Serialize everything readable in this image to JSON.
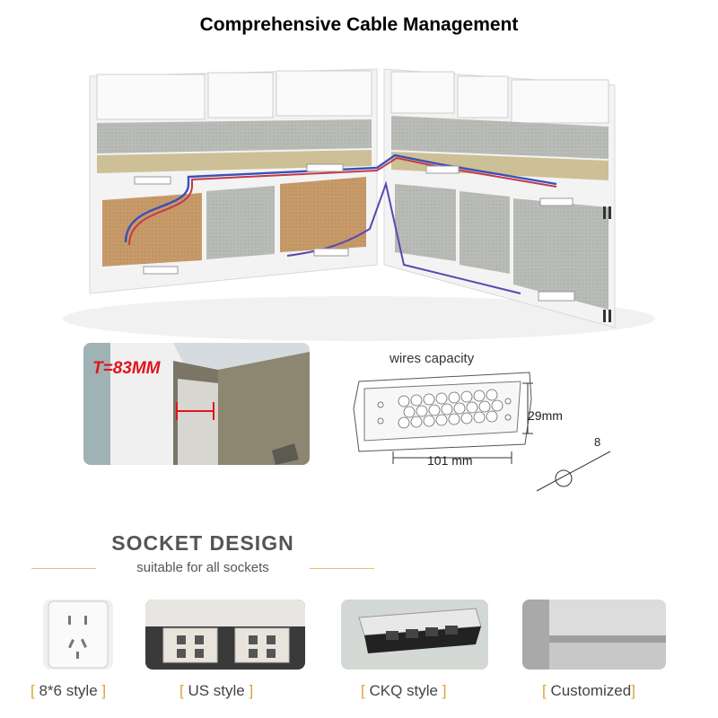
{
  "header": {
    "title": "Comprehensive Cable Management"
  },
  "thickness": {
    "label": "T=83MM"
  },
  "wires": {
    "title": "wires capacity",
    "height_label": "29mm",
    "width_label": "101 mm",
    "diameter_label": "8"
  },
  "socket": {
    "heading": "SOCKET DESIGN",
    "subheading": "suitable for all sockets",
    "items": [
      {
        "open": "[ ",
        "label": "8*6 style",
        "close": " ]"
      },
      {
        "open": "[ ",
        "label": "US style",
        "close": " ]"
      },
      {
        "open": "[ ",
        "label": "CKQ style",
        "close": " ]"
      },
      {
        "open": "[ ",
        "label": "Customized",
        "close": "]"
      }
    ]
  },
  "colors": {
    "accent": "#e0a030",
    "red_label": "#e0141e",
    "rule": "#e6bf74"
  }
}
